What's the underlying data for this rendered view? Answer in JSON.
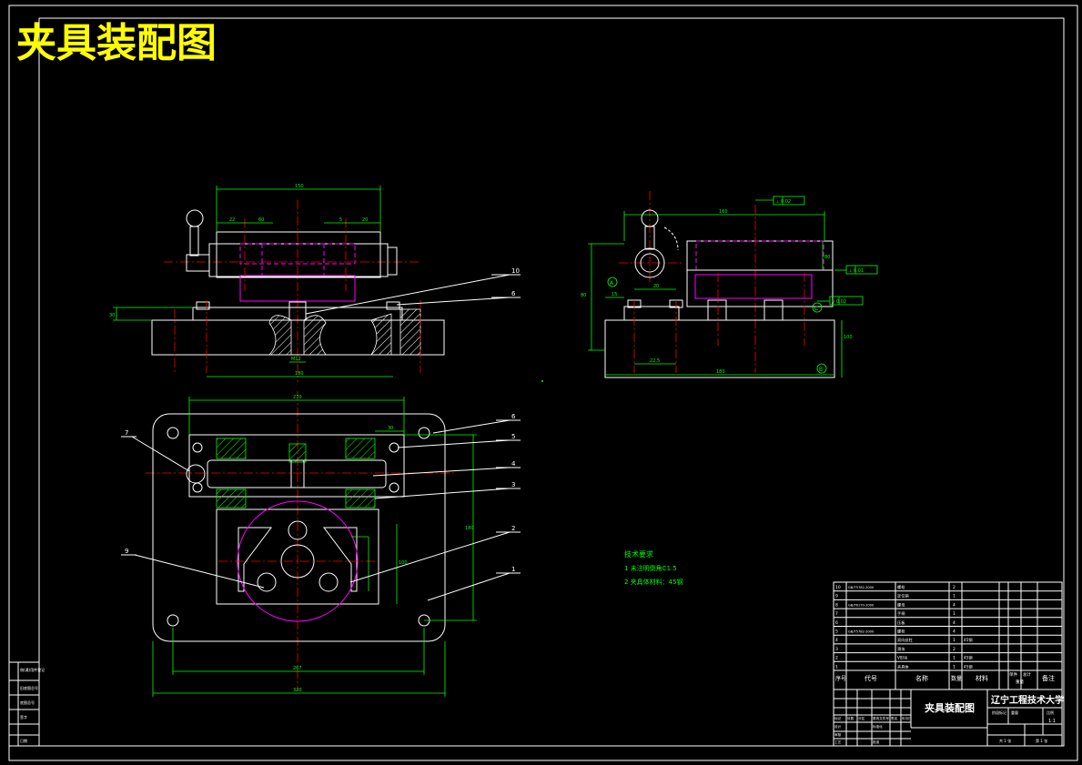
{
  "title": "夹具装配图",
  "technical_requirements": {
    "heading": "技术要求",
    "items": [
      "1 未注明倒角C1.5",
      "2 夹具体材料：45钢"
    ]
  },
  "dimensions": {
    "top_width": "150",
    "top_left_1": "22",
    "top_left_2": "60",
    "top_right_1": "5",
    "top_right_2": "20",
    "left_height": "30",
    "bottom_small": "M12",
    "bottom_width": "180",
    "side_top": "160",
    "side_right": "80",
    "side_height": "80",
    "side_small_1": "15",
    "side_small_2": "20",
    "side_bottom_1": "22.5",
    "side_bottom_2": "180",
    "side_right_2": "100",
    "plan_top": "270",
    "plan_offset": "30",
    "plan_height": "180",
    "plan_inner": "100",
    "plan_bottom_1": "267",
    "plan_bottom_2": "320"
  },
  "tolerances": {
    "perp": "⊥ 0.02",
    "flat": "⊥ 0.01",
    "para": "// 0.02"
  },
  "datums": [
    "A",
    "B",
    "C"
  ],
  "balloons": [
    "10",
    "6",
    "7",
    "6",
    "5",
    "4",
    "3",
    "2",
    "9",
    "1"
  ],
  "parts_table": {
    "rows": [
      {
        "no": "10",
        "code": "GB/T5782-2000",
        "name": "螺栓",
        "qty": "2",
        "mat": "",
        "note": ""
      },
      {
        "no": "9",
        "code": "",
        "name": "定位销",
        "qty": "1",
        "mat": "",
        "note": ""
      },
      {
        "no": "8",
        "code": "GB/T6170-2000",
        "name": "螺母",
        "qty": "4",
        "mat": "",
        "note": ""
      },
      {
        "no": "7",
        "code": "",
        "name": "手柄",
        "qty": "1",
        "mat": "",
        "note": ""
      },
      {
        "no": "6",
        "code": "",
        "name": "压板",
        "qty": "4",
        "mat": "",
        "note": ""
      },
      {
        "no": "5",
        "code": "GB/T5782-2000",
        "name": "螺栓",
        "qty": "4",
        "mat": "",
        "note": ""
      },
      {
        "no": "4",
        "code": "",
        "name": "双向丝杠",
        "qty": "1",
        "mat": "45钢",
        "note": ""
      },
      {
        "no": "3",
        "code": "",
        "name": "滑块",
        "qty": "2",
        "mat": "",
        "note": ""
      },
      {
        "no": "2",
        "code": "",
        "name": "V形块",
        "qty": "1",
        "mat": "45钢",
        "note": ""
      },
      {
        "no": "1",
        "code": "",
        "name": "夹具体",
        "qty": "1",
        "mat": "45钢",
        "note": ""
      }
    ],
    "headers": {
      "no": "序号",
      "code": "代号",
      "name": "名称",
      "qty": "数量",
      "mat": "材料",
      "unit_weight": "单件",
      "total_weight": "总计",
      "weight": "重量",
      "note": "备注"
    }
  },
  "title_block": {
    "drawing_name": "夹具装配图",
    "school": "辽宁工程技术大学",
    "scale": "1:1",
    "sheet": "共 1 张",
    "sheet_no": "第 1 张",
    "labels": [
      "标记",
      "处数",
      "分区",
      "更改文件号",
      "签名",
      "年月日",
      "设计",
      "标准化",
      "审核",
      "工艺",
      "批准"
    ],
    "stage": "阶段标记",
    "weight": "重量",
    "ratio": "比例"
  },
  "side_strip": {
    "items": [
      "借(通)用件登记",
      "旧底图总号",
      "底图总号",
      "签字",
      "日期"
    ]
  }
}
